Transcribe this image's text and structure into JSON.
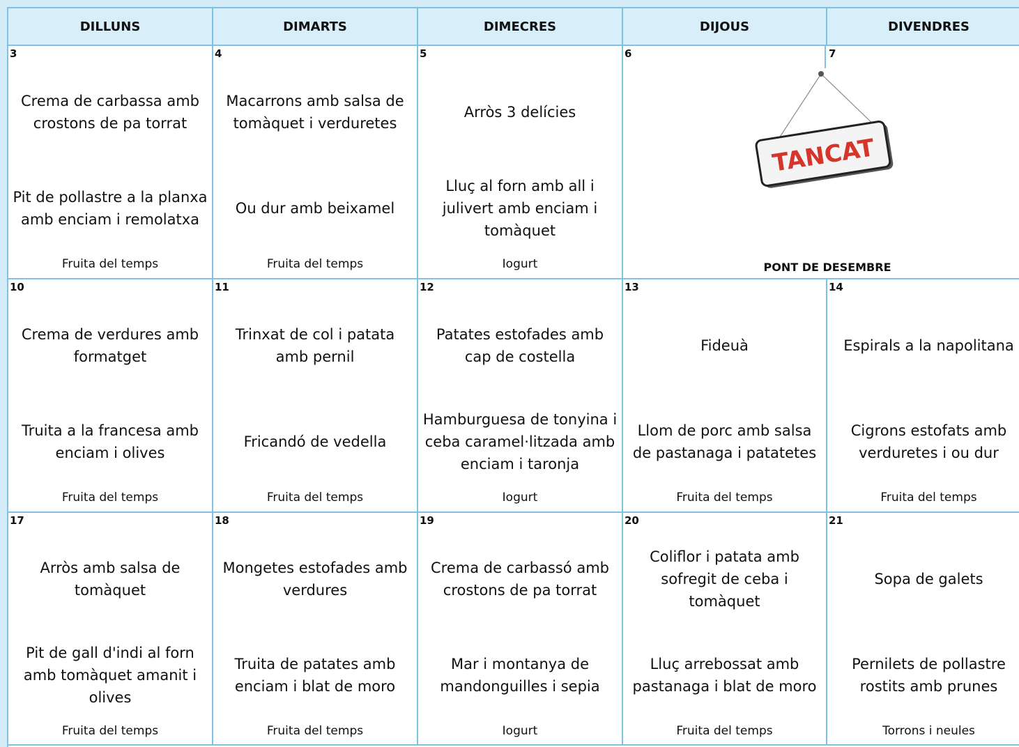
{
  "headers": [
    "DILLUNS",
    "DIMARTS",
    "DIMECRES",
    "DIJOUS",
    "DIVENDRES"
  ],
  "weeks": [
    {
      "days": [
        {
          "num": "3",
          "first": "Crema de carbassa amb crostons de pa torrat",
          "second": "Pit de pollastre a la planxa amb enciam i remolatxa",
          "dessert": "Fruita del temps"
        },
        {
          "num": "4",
          "first": "Macarrons amb salsa de tomàquet i verduretes",
          "second": "Ou dur amb beixamel",
          "dessert": "Fruita del temps"
        },
        {
          "num": "5",
          "first": "Arròs 3 delícies",
          "second": "Lluç al forn amb all i julivert amb enciam i tomàquet",
          "dessert": "Iogurt"
        }
      ],
      "closed": {
        "num_a": "6",
        "num_b": "7",
        "sign_text": "TANCAT",
        "label": "PONT DE DESEMBRE"
      }
    },
    {
      "days": [
        {
          "num": "10",
          "first": "Crema de verdures amb formatget",
          "second": "Truita a la francesa amb enciam i olives",
          "dessert": "Fruita del temps"
        },
        {
          "num": "11",
          "first": "Trinxat de col i patata amb pernil",
          "second": "Fricandó de vedella",
          "dessert": "Fruita del temps"
        },
        {
          "num": "12",
          "first": "Patates estofades amb cap de costella",
          "second": "Hamburguesa de tonyina i ceba caramel·litzada amb enciam i taronja",
          "dessert": "Iogurt"
        },
        {
          "num": "13",
          "first": "Fideuà",
          "second": "Llom de porc amb salsa de pastanaga i patatetes",
          "dessert": "Fruita del temps"
        },
        {
          "num": "14",
          "first": "Espirals a la napolitana",
          "second": "Cigrons estofats amb verduretes i ou dur",
          "dessert": "Fruita del temps"
        }
      ]
    },
    {
      "days": [
        {
          "num": "17",
          "first": "Arròs amb salsa de tomàquet",
          "second": "Pit de gall d'indi al forn amb tomàquet amanit i olives",
          "dessert": "Fruita del temps"
        },
        {
          "num": "18",
          "first": "Mongetes estofades amb verdures",
          "second": "Truita de patates amb enciam i blat de moro",
          "dessert": "Fruita del temps"
        },
        {
          "num": "19",
          "first": "Crema de carbassó amb crostons de pa torrat",
          "second": "Mar i montanya de mandonguilles i sepia",
          "dessert": "Iogurt"
        },
        {
          "num": "20",
          "first": "Coliflor i patata amb sofregit de ceba i tomàquet",
          "second": "Lluç arrebossat amb pastanaga i blat de moro",
          "dessert": "Fruita del temps"
        },
        {
          "num": "21",
          "first": "Sopa de galets",
          "second": "Pernilets de pollastre rostits amb prunes",
          "dessert": "Torrons i neules"
        }
      ]
    }
  ]
}
